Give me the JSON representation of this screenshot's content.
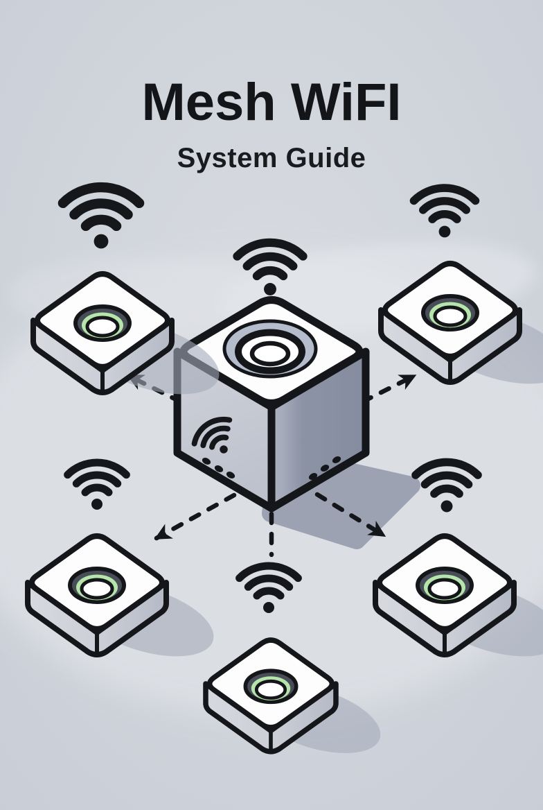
{
  "page": {
    "title": "Mesh WiFI",
    "subtitle": "System Guide"
  },
  "colors": {
    "background": "#ced3da",
    "floor_highlight": "#dcdfe3",
    "outline": "#14161a",
    "device_top": "#fdfdfe",
    "device_side_light": "#c6cad4",
    "device_side_dark": "#8d94a6",
    "status_ring_green": "#b5e5aa",
    "cube_shadow": "#8f96a8",
    "node_shadow": "#a4aab9"
  },
  "icons": {
    "wifi": "wifi-icon (three arcs over a dot)",
    "router": "isometric cube router with speaker ring",
    "satellite": "isometric puck node with green status ring",
    "link": "dashed arrow"
  },
  "diagram": {
    "central_device": "mesh router cube",
    "satellite_nodes": 5,
    "dashed_links": 5,
    "wifi_icons": 7
  }
}
